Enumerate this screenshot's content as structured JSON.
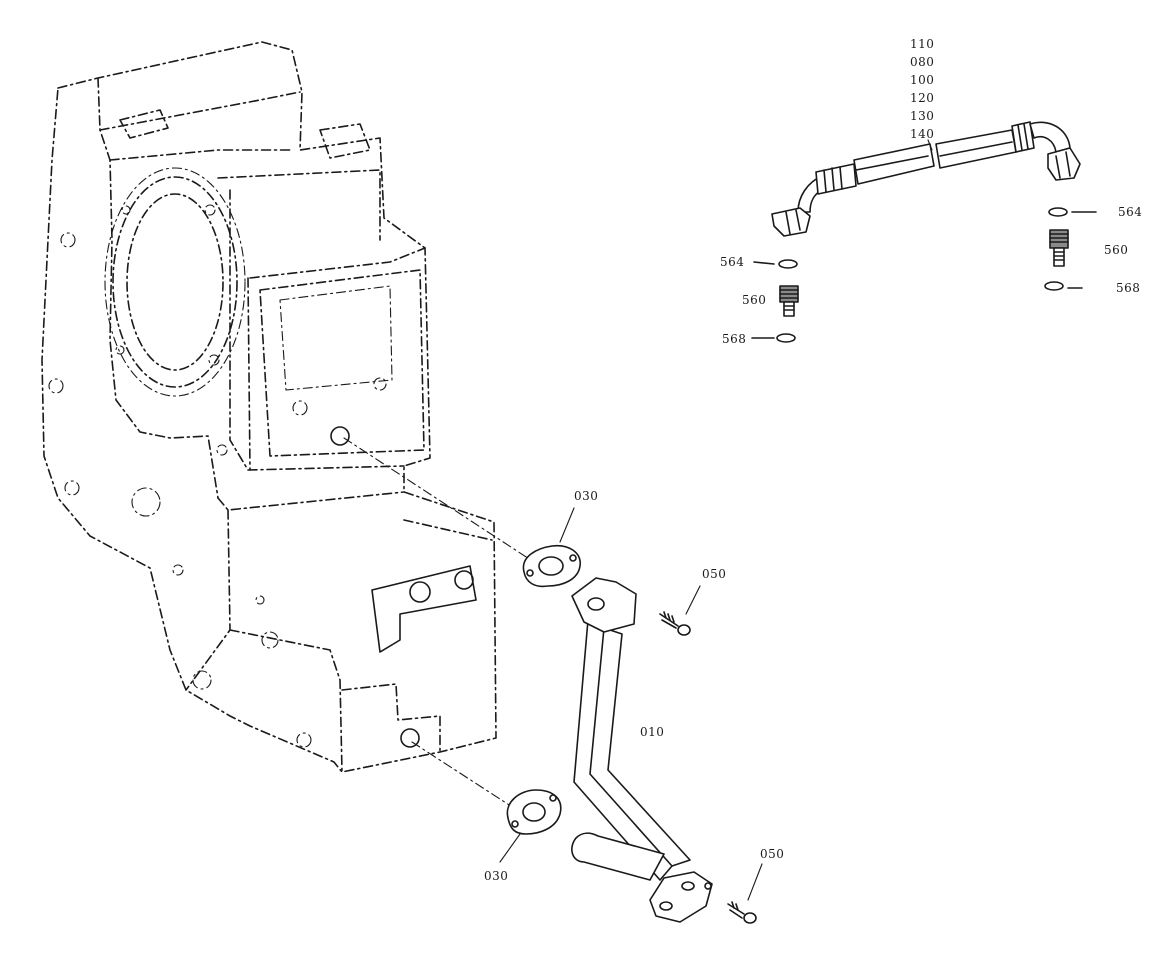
{
  "stack_labels": [
    "110",
    "080",
    "100",
    "120",
    "130",
    "140"
  ],
  "labels": {
    "hose_left_oring_top": "564",
    "hose_left_fitting": "560",
    "hose_left_oring_bottom": "568",
    "hose_right_oring_top": "564",
    "hose_right_fitting": "560",
    "hose_right_oring_bottom": "568",
    "gasket_upper": "030",
    "gasket_lower": "030",
    "bolt_upper": "050",
    "bolt_lower": "050",
    "pipe": "010"
  }
}
